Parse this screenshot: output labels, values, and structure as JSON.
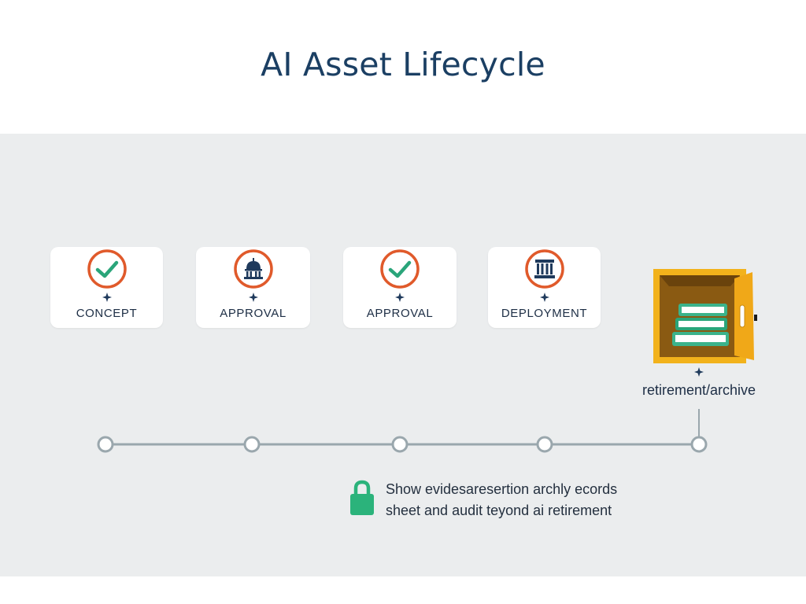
{
  "title": "AI Asset Lifecycle",
  "stages": [
    {
      "label": "CONCEPT",
      "icon": "checkmark-icon"
    },
    {
      "label": "APPROVAL",
      "icon": "capitol-building-icon"
    },
    {
      "label": "APPROVAL",
      "icon": "checkmark-icon"
    },
    {
      "label": "DEPLOYMENT",
      "icon": "bank-building-icon"
    }
  ],
  "archive": {
    "label": "retirement/archive",
    "icon": "safe-with-books-icon"
  },
  "note": {
    "icon": "padlock-icon",
    "lines": [
      "Show evidesaresertion archly ecords",
      "sheet and audit teyond ai retirement"
    ]
  },
  "colors": {
    "title": "#1b3f63",
    "ring": "#e05a2b",
    "check": "#2aa57a",
    "building": "#1f3a5c",
    "timeline": "#9aa7ad",
    "safe": "#f2b21b",
    "books": "#3bb38a",
    "lock": "#2bb37b"
  }
}
